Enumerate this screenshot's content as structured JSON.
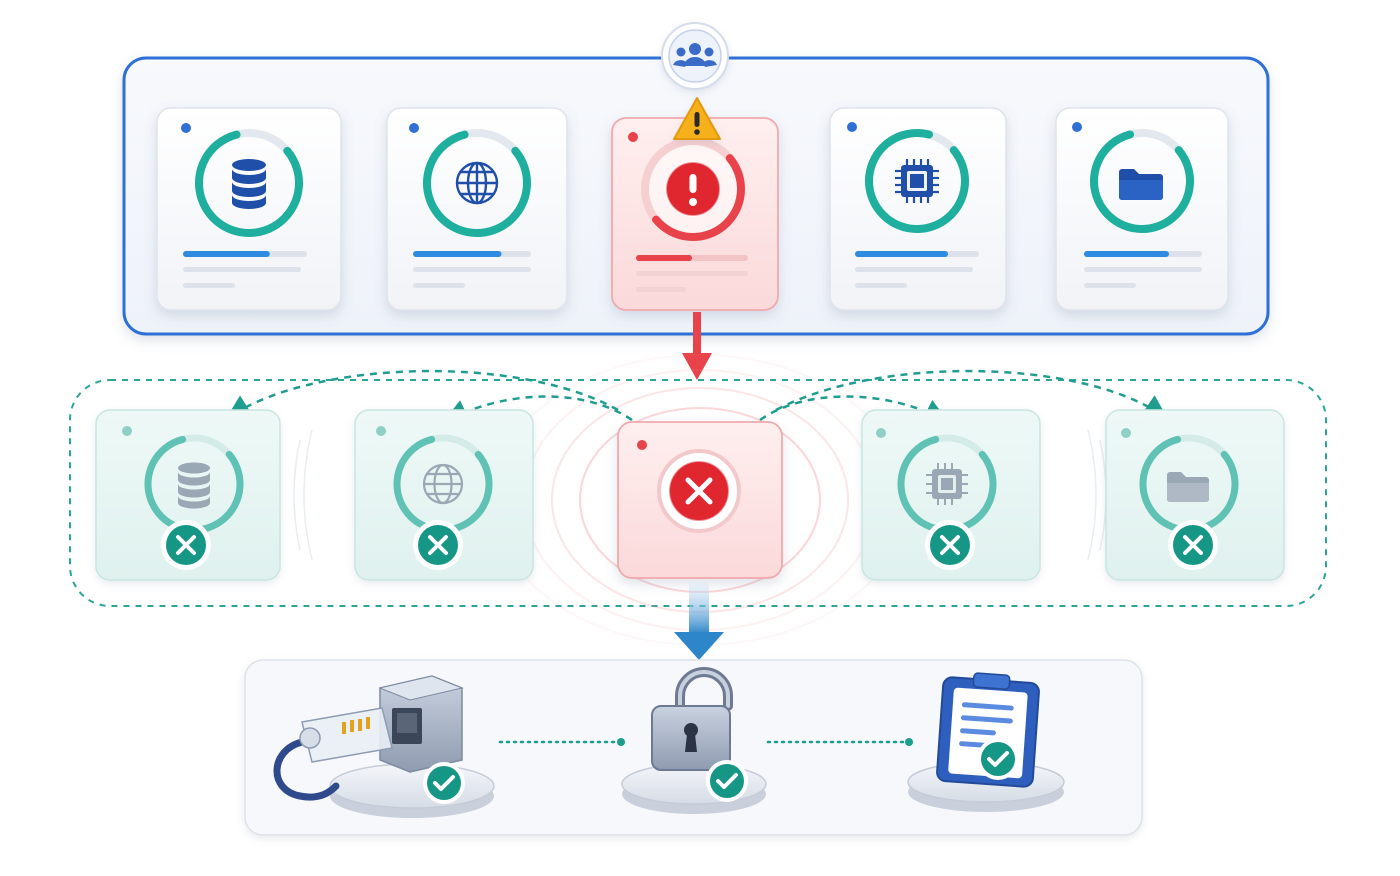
{
  "colors": {
    "blue": "#2f6fd6",
    "blue_dark": "#1f4fa8",
    "teal": "#1faf9e",
    "teal_dark": "#13907f",
    "red": "#e8434a",
    "red_soft": "#fde4e4",
    "warning": "#f6b01b",
    "grey_line": "#dde2ea"
  },
  "top_group": {
    "badge_icon": "users-icon",
    "modules": [
      {
        "icon": "database-icon",
        "status": "normal",
        "load": 0.82,
        "progress": 0.7
      },
      {
        "icon": "globe-icon",
        "status": "normal",
        "load": 0.82,
        "progress": 0.75
      },
      {
        "icon": "alert-icon",
        "status": "error",
        "load": 0.5,
        "progress": 0.5,
        "badge_icon": "warning-icon"
      },
      {
        "icon": "chip-icon",
        "status": "normal",
        "load": 0.9,
        "progress": 0.75
      },
      {
        "icon": "folder-icon",
        "status": "normal",
        "load": 0.82,
        "progress": 0.72
      }
    ]
  },
  "middle_group": {
    "center": {
      "icon": "close-icon",
      "status": "failed"
    },
    "modules": [
      {
        "icon": "database-icon",
        "status": "disabled",
        "badge_icon": "close-icon",
        "load": 0.82
      },
      {
        "icon": "globe-icon",
        "status": "disabled",
        "badge_icon": "close-icon",
        "load": 0.82
      },
      {
        "icon": "chip-icon",
        "status": "disabled",
        "badge_icon": "close-icon",
        "load": 0.82
      },
      {
        "icon": "folder-icon",
        "status": "disabled",
        "badge_icon": "close-icon",
        "load": 0.82
      }
    ]
  },
  "bottom_group": {
    "steps": [
      {
        "icon": "ethernet-icon",
        "badge_icon": "check-icon"
      },
      {
        "icon": "unlocked-icon",
        "badge_icon": "check-icon"
      },
      {
        "icon": "clipboard-icon",
        "badge_icon": "check-icon"
      }
    ]
  }
}
